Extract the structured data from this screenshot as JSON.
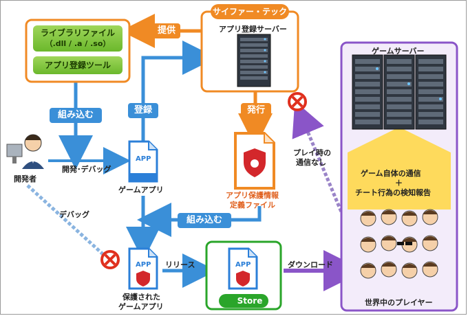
{
  "vendor": "サイファー・テック",
  "library": {
    "file_title": "ライブラリファイル",
    "file_ext": "（.dll / .a / .so）",
    "tool": "アプリ登録ツール"
  },
  "reg_server": "アプリ登録サーバー",
  "game_server": "ゲームサーバー",
  "labels": {
    "provide": "提供",
    "embed": "組み込む",
    "register": "登録",
    "issue": "発行",
    "dev_debug": "開発･デバッグ",
    "developer": "開発者",
    "game_app": "ゲームアプリ",
    "def_file_1": "アプリ保護情報",
    "def_file_2": "定義ファイル",
    "embed2": "組み込む",
    "debug": "デバッグ",
    "release": "リリース",
    "protected_1": "保護された",
    "protected_2": "ゲームアプリ",
    "download": "ダウンロード",
    "no_comm_1": "プレイ時の",
    "no_comm_2": "通信なし",
    "comm_1": "ゲーム自体の通信",
    "comm_plus": "＋",
    "comm_2": "チート行為の検知報告",
    "players": "世界中のプレイヤー",
    "store": "Store",
    "app": "APP"
  },
  "colors": {
    "orange": "#f08a24",
    "blue": "#3a8fd8",
    "green": "#2aa52a",
    "purple": "#8a55c8",
    "red": "#e0301e"
  }
}
